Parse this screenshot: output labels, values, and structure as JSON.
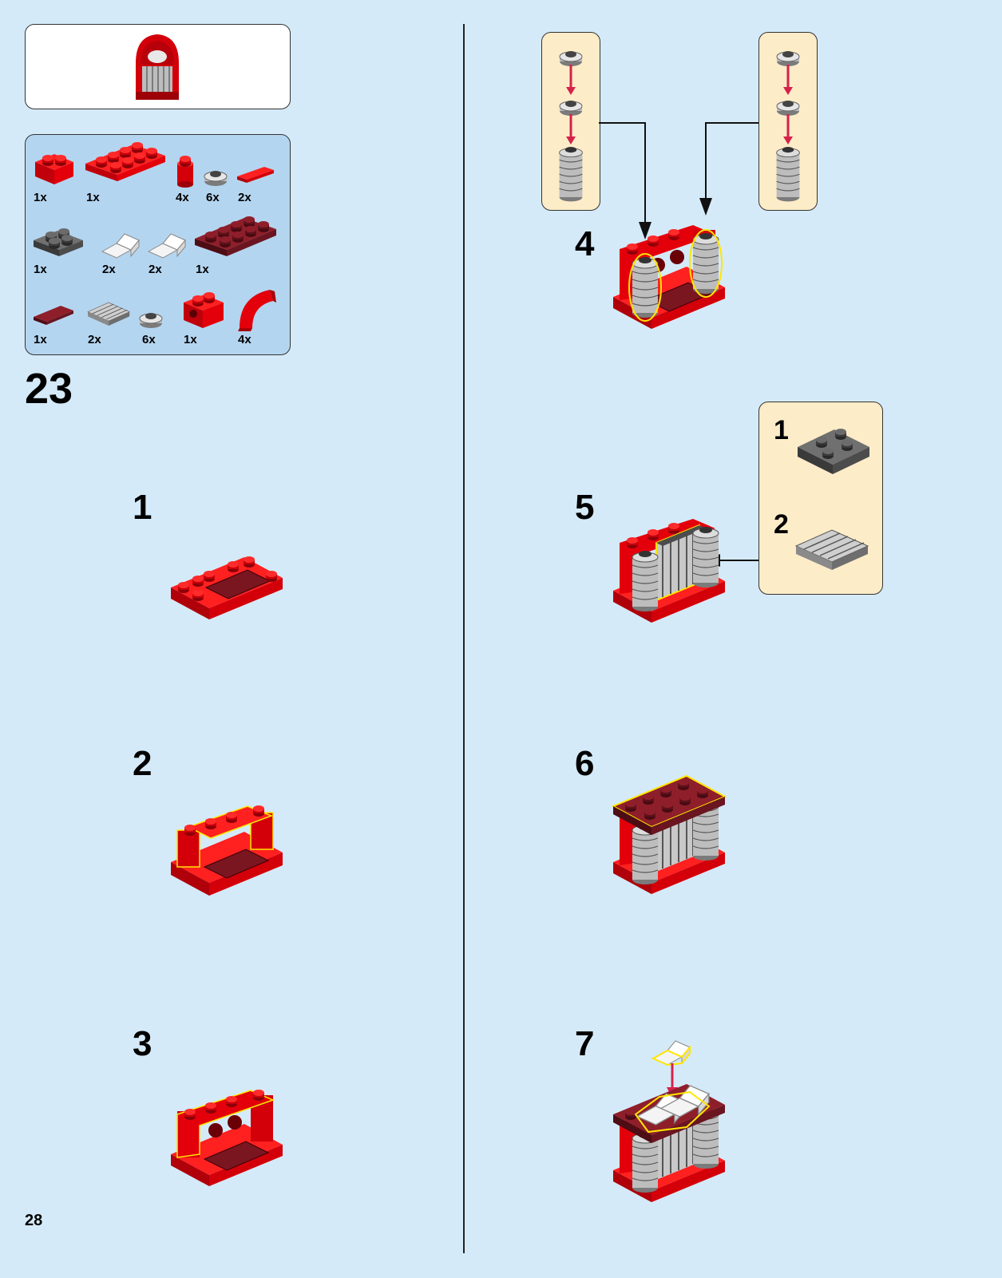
{
  "page": {
    "number": "28",
    "background": "#d5eaf8"
  },
  "header": {
    "step_number": "23",
    "preview": "jukebox-model"
  },
  "parts_list": {
    "rows": [
      [
        {
          "name": "red-brick-2x2",
          "qty": "1x"
        },
        {
          "name": "red-plate-2x4",
          "qty": "1x"
        },
        {
          "name": "red-round-brick-1x1",
          "qty": "4x"
        },
        {
          "name": "silver-round-plate-1x1",
          "qty": "6x"
        },
        {
          "name": "red-tile-1x2",
          "qty": "2x"
        }
      ],
      [
        {
          "name": "dark-grey-plate-2x2",
          "qty": "1x"
        },
        {
          "name": "trans-clear-slope-1x1",
          "qty": "2x"
        },
        {
          "name": "trans-clear-slope-1x1",
          "qty": "2x"
        },
        {
          "name": "dark-red-plate-2x4",
          "qty": "1x"
        }
      ],
      [
        {
          "name": "dark-red-tile-1x2",
          "qty": "1x"
        },
        {
          "name": "silver-grille-tile-2x2",
          "qty": "2x"
        },
        {
          "name": "silver-round-plate-1x1",
          "qty": "6x"
        },
        {
          "name": "red-technic-brick-1x2",
          "qty": "1x"
        },
        {
          "name": "red-curved-arch",
          "qty": "4x"
        }
      ]
    ]
  },
  "steps": [
    {
      "number": "1",
      "label": "1"
    },
    {
      "number": "2",
      "label": "2"
    },
    {
      "number": "3",
      "label": "3"
    },
    {
      "number": "4",
      "label": "4"
    },
    {
      "number": "5",
      "label": "5"
    },
    {
      "number": "6",
      "label": "6"
    },
    {
      "number": "7",
      "label": "7"
    }
  ],
  "sub_steps": {
    "step5": [
      {
        "label": "1",
        "part": "dark-grey-plate-2x2"
      },
      {
        "label": "2",
        "part": "silver-grille-tile-2x2"
      }
    ]
  },
  "colors": {
    "red": "#e3000b",
    "dark_red": "#7a1620",
    "silver": "#c8c8c8",
    "dark_grey": "#5a5a5a",
    "highlight": "#ffe600",
    "arrow": "#d6224a"
  }
}
